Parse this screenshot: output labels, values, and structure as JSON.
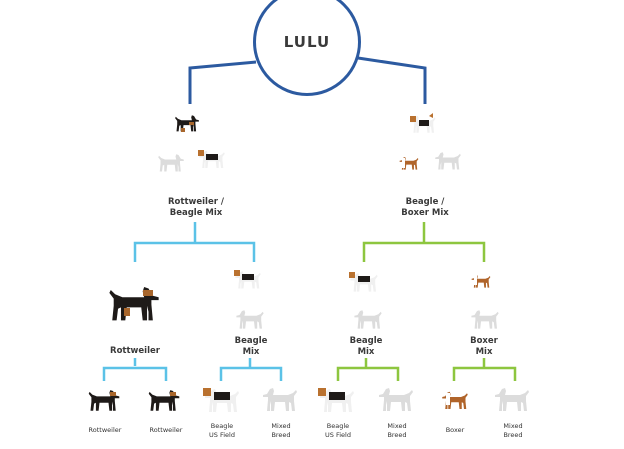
{
  "root": {
    "name": "LULU"
  },
  "colors": {
    "root_lines": "#2c5aa0",
    "left_lines": "#5bc2e7",
    "right_lines": "#8dc63f",
    "placeholder": "#dcdcdc",
    "text": "#3a3a3a"
  },
  "level1": {
    "left": {
      "line1": "Rottweiler /",
      "line2": "Beagle Mix"
    },
    "right": {
      "line1": "Beagle /",
      "line2": "Boxer Mix"
    }
  },
  "level2": {
    "rottweiler": {
      "line1": "Rottweiler"
    },
    "beagle_mix_left": {
      "line1": "Beagle",
      "line2": "Mix"
    },
    "beagle_mix_right": {
      "line1": "Beagle",
      "line2": "Mix"
    },
    "boxer_mix": {
      "line1": "Boxer",
      "line2": "Mix"
    }
  },
  "level3": {
    "rott_1": {
      "line1": "Rottweiler"
    },
    "rott_2": {
      "line1": "Rottweiler"
    },
    "beagle_field_1": {
      "line1": "Beagle",
      "line2": "US Field"
    },
    "mixed_1": {
      "line1": "Mixed",
      "line2": "Breed"
    },
    "beagle_field_2": {
      "line1": "Beagle",
      "line2": "US Field"
    },
    "mixed_2": {
      "line1": "Mixed",
      "line2": "Breed"
    },
    "boxer": {
      "line1": "Boxer"
    },
    "mixed_3": {
      "line1": "Mixed",
      "line2": "Breed"
    }
  }
}
